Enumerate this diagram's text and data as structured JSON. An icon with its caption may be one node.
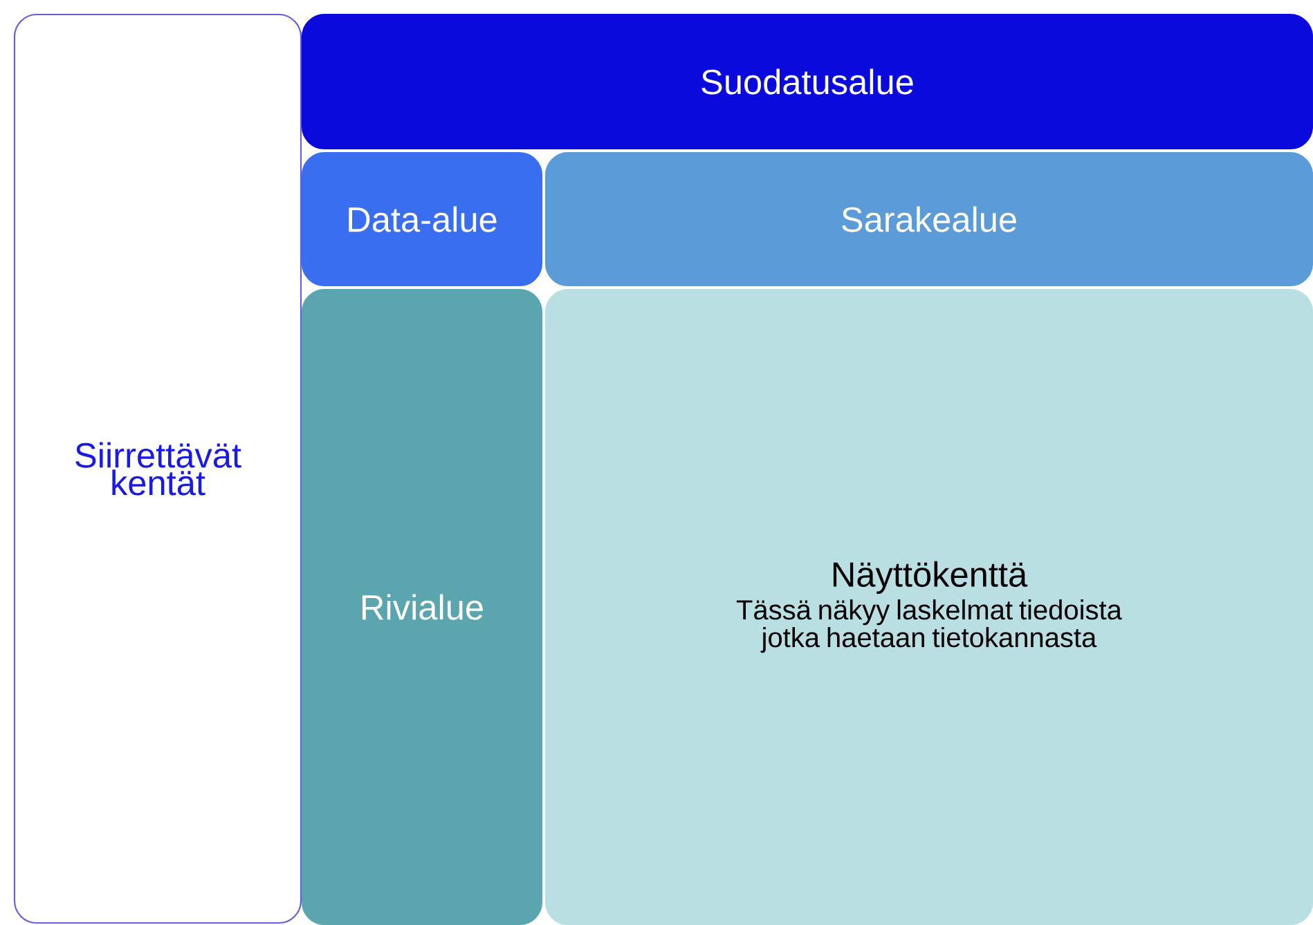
{
  "diagram": {
    "nodes": [
      {
        "text": [
          "Siirrettävät kentät"
        ]
      },
      {
        "text": [
          "Suodatusalue"
        ]
      },
      {
        "text": [
          "Data-alue"
        ]
      },
      {
        "text": [
          "Sarakealue"
        ]
      },
      {
        "text": [
          "Rivialue"
        ]
      },
      {
        "text": [
          "Näyttökenttä",
          "Tässä näkyy laskelmat tiedoista jotka haetaan tietokannasta"
        ]
      }
    ]
  }
}
